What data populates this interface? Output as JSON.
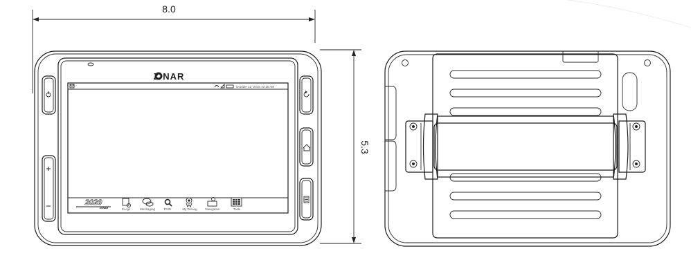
{
  "dimensions": {
    "width_label": "8.0",
    "height_label": "5.3"
  },
  "front_view": {
    "brand_logo": "Z NAR",
    "status_bar": {
      "date_time": "October 12, 2018  10:10 AM"
    },
    "version_badge": "2020",
    "version_badge_sub": "ZONAR",
    "apps": [
      {
        "label": "ZLogs",
        "icon": "document-icon"
      },
      {
        "label": "Messaging",
        "icon": "chat-icon"
      },
      {
        "label": "EVIR",
        "icon": "inspection-icon"
      },
      {
        "label": "My Driving",
        "icon": "driver-badge-icon"
      },
      {
        "label": "Navigation",
        "icon": "map-pin-icon"
      },
      {
        "label": "Tools",
        "icon": "tools-grid-icon"
      }
    ],
    "side_buttons_left": [
      "power-button",
      "volume-up-button",
      "volume-down-button"
    ],
    "side_buttons_right": [
      "back-button",
      "home-button",
      "menu-button"
    ]
  },
  "back_view": {
    "vent_slots": 6,
    "screws": 4
  }
}
